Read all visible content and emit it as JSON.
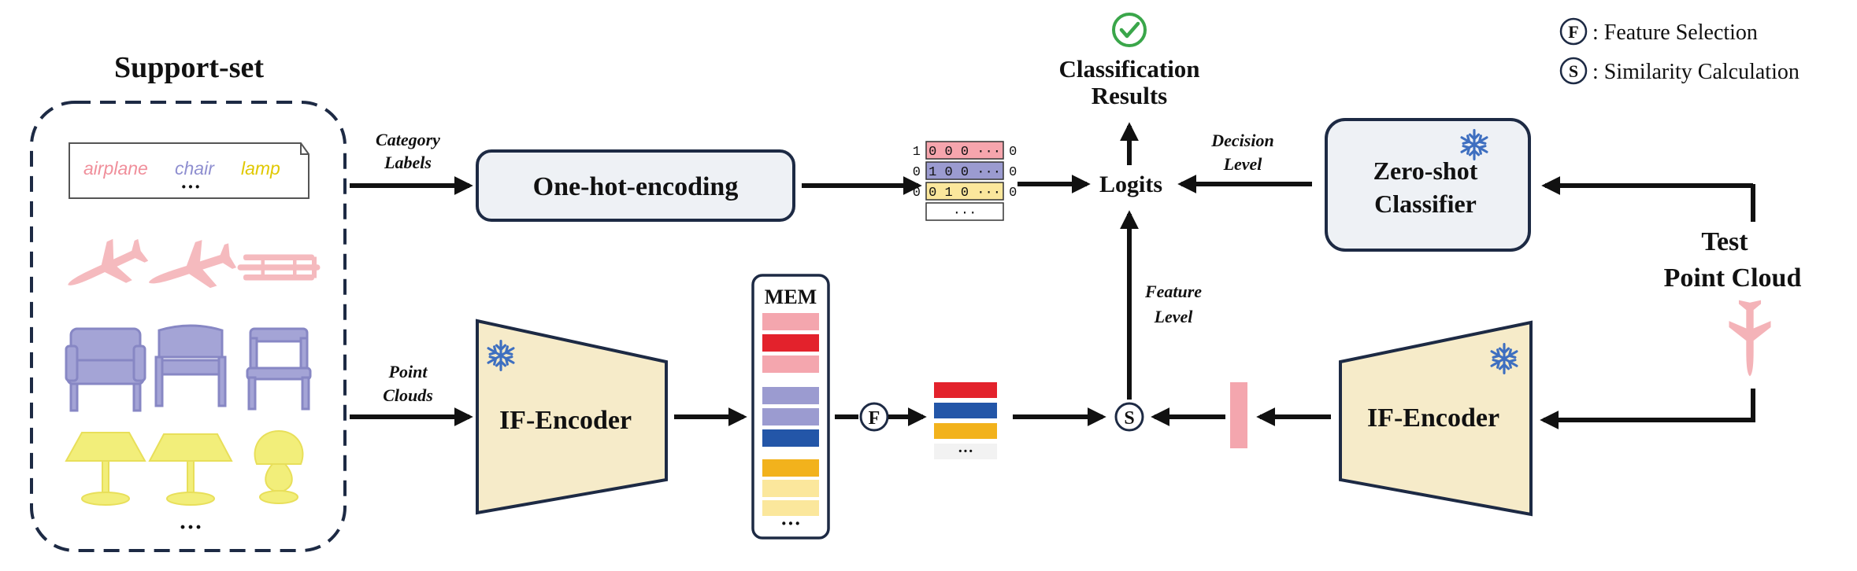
{
  "support_set": {
    "title": "Support-set",
    "labels": [
      "airplane",
      "chair",
      "lamp"
    ],
    "labels_more": "···",
    "more": "···"
  },
  "arrows": {
    "category_labels": [
      "Category",
      "Labels"
    ],
    "point_clouds": [
      "Point",
      "Clouds"
    ],
    "decision_level": [
      "Decision",
      "Level"
    ],
    "feature_level": [
      "Feature",
      "Level"
    ]
  },
  "one_hot": {
    "title": "One-hot-encoding",
    "codes": [
      "1 0 0 0 ··· 0",
      "0 1 0 0 ··· 0",
      "0 0 1 0 ··· 0",
      "···"
    ]
  },
  "encoder_left": {
    "title": "IF-Encoder"
  },
  "encoder_right": {
    "title": "IF-Encoder"
  },
  "memory": {
    "title": "MEM",
    "more": "···"
  },
  "selected_features": {
    "more": "···"
  },
  "logits": {
    "title": "Logits"
  },
  "results": {
    "title": [
      "Classification",
      "Results"
    ]
  },
  "classifier": {
    "title": [
      "Zero-shot",
      "Classifier"
    ]
  },
  "test": {
    "title": [
      "Test",
      "Point Cloud"
    ]
  },
  "ops": {
    "feature_selection": "F",
    "similarity": "S"
  },
  "legend": {
    "items": [
      {
        "symbol": "F",
        "text": ": Feature Selection"
      },
      {
        "symbol": "S",
        "text": ": Similarity Calculation"
      }
    ]
  },
  "colors": {
    "pink": "#f4a6ae",
    "red": "#e3222c",
    "lavender": "#9b9bd0",
    "blue": "#2356a8",
    "gold": "#f2b21c",
    "cream": "#fbe79c",
    "encoder_fill": "#f6ebc9",
    "box_fill": "#eef1f5",
    "check": "#3aa64a",
    "snowflake": "#3e6fc0"
  }
}
